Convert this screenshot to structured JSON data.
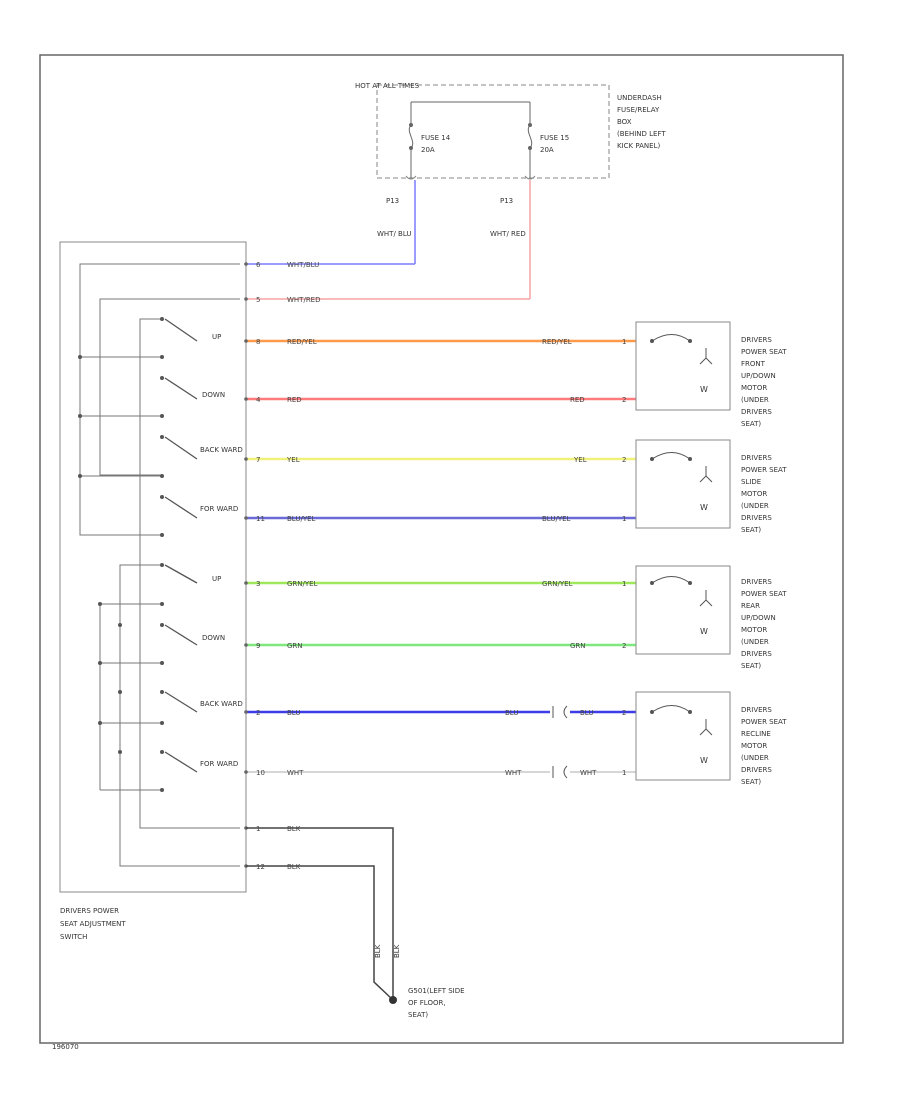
{
  "header": {
    "hot_label": "HOT AT ALL TIMES",
    "fuse_box_label": [
      "UNDERDASH",
      "FUSE/RELAY",
      "BOX",
      "(BEHIND LEFT",
      "KICK PANEL)"
    ]
  },
  "fuses": [
    {
      "name": "FUSE 14",
      "rating": "20A",
      "conn": "P13",
      "wire": "WHT/ BLU"
    },
    {
      "name": "FUSE 15",
      "rating": "20A",
      "conn": "P13",
      "wire": "WHT/ RED"
    }
  ],
  "switch": {
    "label": [
      "DRIVERS POWER",
      "SEAT ADJUSTMENT",
      "SWITCH"
    ],
    "positions": [
      "UP",
      "DOWN",
      "BACK WARD",
      "FOR WARD",
      "UP",
      "DOWN",
      "BACK WARD",
      "FOR WARD"
    ]
  },
  "rows": [
    {
      "pin": "6",
      "left": "WHT/BLU",
      "right": "",
      "rpin": "",
      "color": "#7b7bff"
    },
    {
      "pin": "5",
      "left": "WHT/RED",
      "right": "",
      "rpin": "",
      "color": "#f5a3a3"
    },
    {
      "pin": "8",
      "left": "RED/YEL",
      "right": "RED/YEL",
      "rpin": "1",
      "color": "#ff9a4a"
    },
    {
      "pin": "4",
      "left": "RED",
      "right": "RED",
      "rpin": "2",
      "color": "#ff7a7a"
    },
    {
      "pin": "7",
      "left": "YEL",
      "right": "YEL",
      "rpin": "2",
      "color": "#f0f07a"
    },
    {
      "pin": "11",
      "left": "BLU/YEL",
      "right": "BLU/YEL",
      "rpin": "1",
      "color": "#6b6bd8"
    },
    {
      "pin": "3",
      "left": "GRN/YEL",
      "right": "GRN/YEL",
      "rpin": "1",
      "color": "#9ee85a"
    },
    {
      "pin": "9",
      "left": "GRN",
      "right": "GRN",
      "rpin": "2",
      "color": "#7ee87e"
    },
    {
      "pin": "2",
      "left": "BLU",
      "right": "BLU",
      "rpin": "2",
      "color": "#3d3de8"
    },
    {
      "pin": "10",
      "left": "WHT",
      "right": "WHT",
      "rpin": "1",
      "color": "#c8c8c8"
    }
  ],
  "inline_connectors": [
    {
      "left": "BLU",
      "right": "BLU"
    },
    {
      "left": "WHT",
      "right": "WHT"
    }
  ],
  "ground_wires": [
    {
      "pin": "1",
      "label": "BLK"
    },
    {
      "pin": "12",
      "label": "BLK"
    }
  ],
  "motors": [
    {
      "label": [
        "DRIVERS",
        "POWER SEAT",
        "FRONT",
        "UP/DOWN",
        "MOTOR",
        "(UNDER",
        "DRIVERS",
        "SEAT)"
      ]
    },
    {
      "label": [
        "DRIVERS",
        "POWER SEAT",
        "SLIDE",
        "MOTOR",
        "(UNDER",
        "DRIVERS",
        "SEAT)"
      ]
    },
    {
      "label": [
        "DRIVERS",
        "POWER SEAT",
        "REAR",
        "UP/DOWN",
        "MOTOR",
        "(UNDER",
        "DRIVERS",
        "SEAT)"
      ]
    },
    {
      "label": [
        "DRIVERS",
        "POWER SEAT",
        "RECLINE",
        "MOTOR",
        "(UNDER",
        "DRIVERS",
        "SEAT)"
      ]
    }
  ],
  "ground": {
    "wires": [
      "BLK",
      "BLK"
    ],
    "label": [
      "G501(LEFT SIDE",
      "OF FLOOR,",
      "SEAT)"
    ]
  },
  "footer_code": "196070"
}
